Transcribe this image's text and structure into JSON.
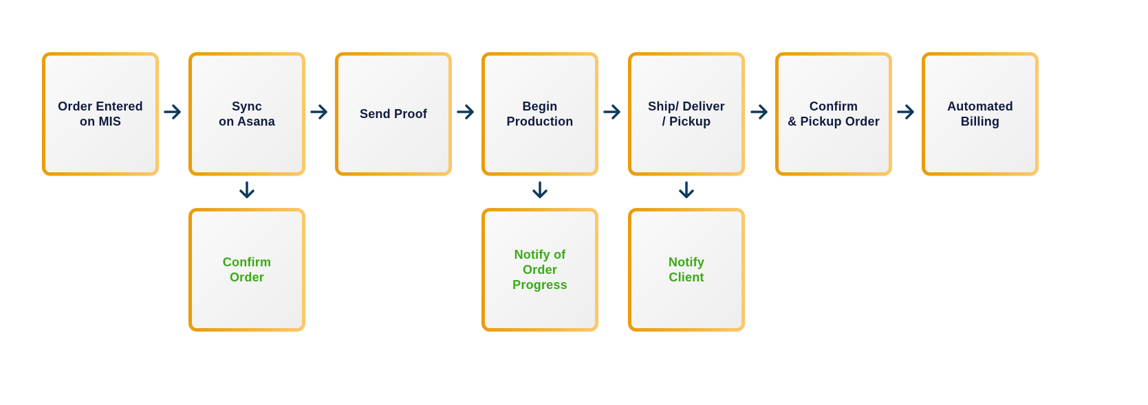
{
  "colors": {
    "border_start": "#e99c0c",
    "border_end": "#fcc96a",
    "box_fill": "#f2f2f2",
    "main_text": "#101a3e",
    "secondary_text": "#3aaa15",
    "arrow": "#0d3a5c"
  },
  "icons": {
    "right_arrow": "arrow-right-icon",
    "down_arrow": "arrow-down-icon"
  },
  "steps": [
    {
      "label": "Order Entered\non MIS"
    },
    {
      "label": "Sync\non Asana"
    },
    {
      "label": "Send Proof"
    },
    {
      "label": "Begin\nProduction"
    },
    {
      "label": "Ship/ Deliver\n/ Pickup"
    },
    {
      "label": "Confirm\n& Pickup Order"
    },
    {
      "label": "Automated\nBilling"
    }
  ],
  "branches": [
    {
      "label": "Confirm\nOrder"
    },
    {
      "label": "Notify of\nOrder\nProgress"
    },
    {
      "label": "Notify\nClient"
    }
  ]
}
